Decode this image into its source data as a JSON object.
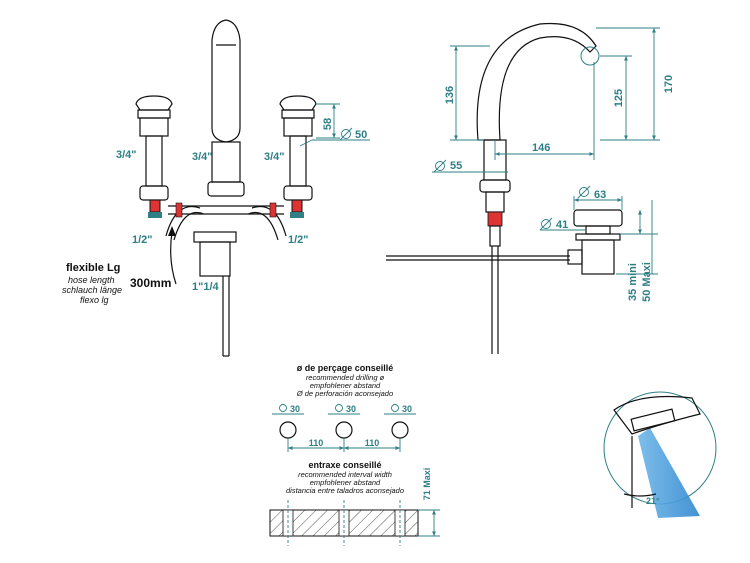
{
  "front_view": {
    "thread_left_top": "3/4\"",
    "thread_center": "3/4\"",
    "thread_right_top": "3/4\"",
    "thread_left_bottom": "1/2\"",
    "thread_right_bottom": "1/2\"",
    "thread_spout": "1\"1/4",
    "dim_58": "58",
    "dim_50": "50",
    "flex_title": "flexible Lg",
    "flex_line1": "hose length",
    "flex_line2": "schlauch länge",
    "flex_line3": "flexo lg",
    "flex_length": "300mm"
  },
  "side_view": {
    "dim_136": "136",
    "dim_125": "125",
    "dim_170": "170",
    "dim_146": "146",
    "dim_55": "55",
    "dim_63": "63",
    "dim_41": "41",
    "dim_35_mini": "35 mini",
    "dim_50_maxi": "50 Maxi"
  },
  "drilling": {
    "title": "ø de perçage conseillé",
    "line1": "recommended drilling ø",
    "line2": "empfohlener abstand",
    "line3": "Ø de perforación aconsejado",
    "hole_dia_1": "30",
    "hole_dia_2": "30",
    "hole_dia_3": "30",
    "spacing_1": "110",
    "spacing_2": "110"
  },
  "interval": {
    "title": "entraxe conseillé",
    "line1": "recommended interval width",
    "line2": "empfohlener abstand",
    "line3": "distancia entre taladros aconsejado",
    "dim_71_maxi": "71 Maxi"
  },
  "aerator": {
    "angle": "21°"
  }
}
